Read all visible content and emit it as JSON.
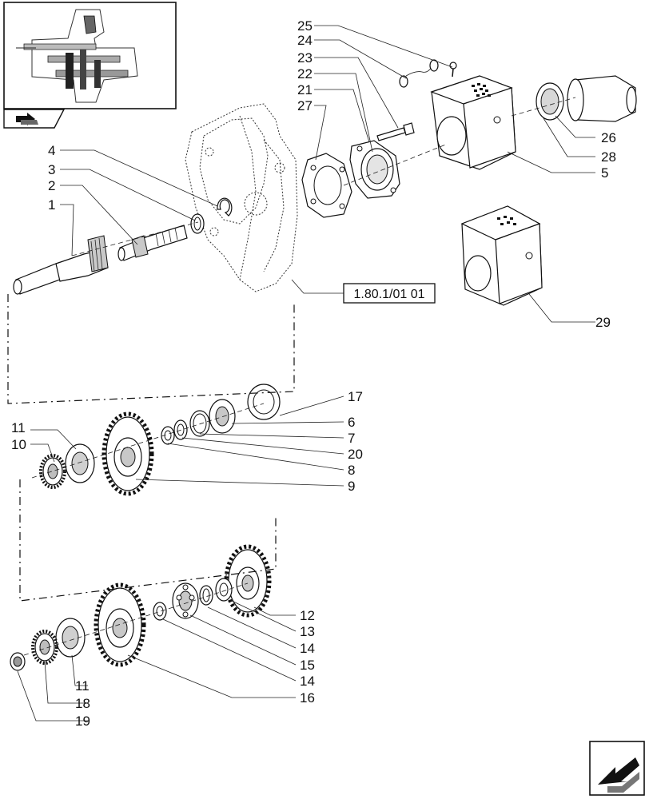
{
  "reference_label": "1.80.1/01 01",
  "callouts": {
    "c1": "1",
    "c2": "2",
    "c3": "3",
    "c4": "4",
    "c5": "5",
    "c6": "6",
    "c7": "7",
    "c8": "8",
    "c9": "9",
    "c10": "10",
    "c11a": "11",
    "c11b": "11",
    "c12": "12",
    "c13": "13",
    "c14a": "14",
    "c14b": "14",
    "c15": "15",
    "c16": "16",
    "c17": "17",
    "c18": "18",
    "c19": "19",
    "c20": "20",
    "c21": "21",
    "c22": "22",
    "c23": "23",
    "c24": "24",
    "c25": "25",
    "c26": "26",
    "c27": "27",
    "c28": "28",
    "c29": "29"
  },
  "icons": {
    "thumbnail": "gearbox-thumbnail",
    "nav_small": "book-arrow-icon",
    "nav_large": "next-page-arrow-icon"
  }
}
